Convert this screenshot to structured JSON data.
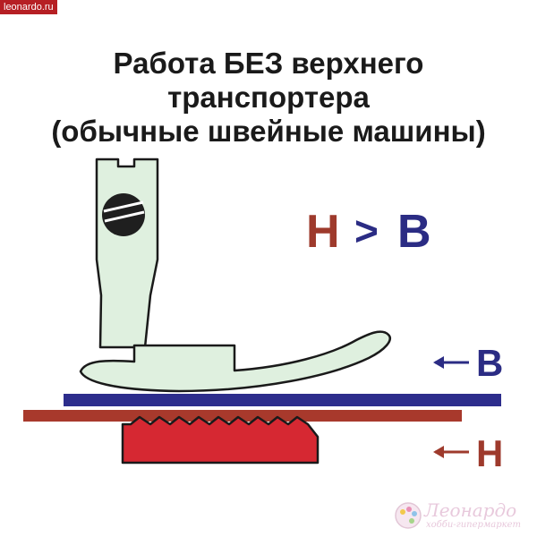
{
  "site": {
    "badge": "leonardo.ru"
  },
  "title": {
    "lines": [
      "Работа БЕЗ верхнего",
      "транспортера",
      "(обычные швейные машины)"
    ]
  },
  "relation": {
    "left": "Н",
    "op": ">",
    "right": "В"
  },
  "labels": {
    "upper": "В",
    "lower": "Н"
  },
  "logo": {
    "name": "Леонардо",
    "tagline": "хобби-гипермаркет"
  },
  "colors": {
    "red": "#9e3a2c",
    "blue": "#2b2c84",
    "foot": "#dff0df",
    "feed_dog": "#d62832",
    "lower_fabric": "#a8392c",
    "upper_fabric": "#2d2d8c"
  }
}
